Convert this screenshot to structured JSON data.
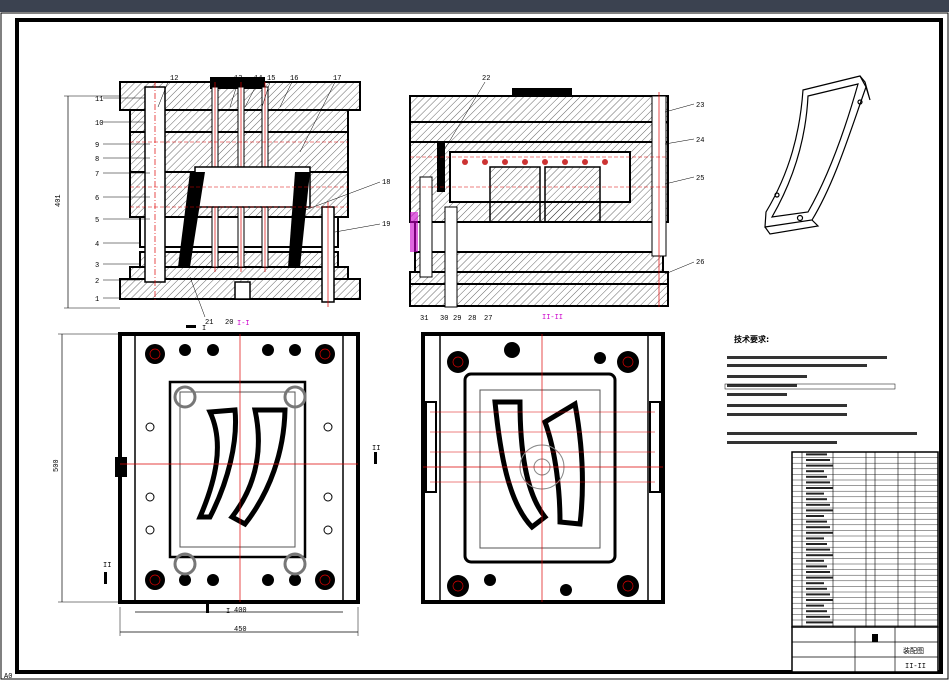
{
  "sheet": {
    "format": "A0"
  },
  "dimensions": {
    "height_top": "401",
    "height_plan": "500",
    "inner_width": "400",
    "outer_width": "450"
  },
  "section_marks": [
    "I-I",
    "II-II",
    "I",
    "I",
    "II",
    "II"
  ],
  "part_labels_left": [
    "11",
    "10",
    "9",
    "8",
    "7",
    "6",
    "5",
    "4",
    "3",
    "2",
    "1"
  ],
  "part_labels_top": [
    "12",
    "13",
    "14",
    "15",
    "16",
    "17",
    "18",
    "19"
  ],
  "part_labels_bottom": [
    "21",
    "20"
  ],
  "part_labels_right": [
    "22",
    "23",
    "24",
    "25",
    "26"
  ],
  "part_labels_right_bottom": [
    "31",
    "30",
    "29",
    "28",
    "27"
  ],
  "technical_requirements": {
    "title": "技术要求:"
  },
  "title_block": {
    "drawing_name": "装配图",
    "drawing_number": "II-II"
  }
}
